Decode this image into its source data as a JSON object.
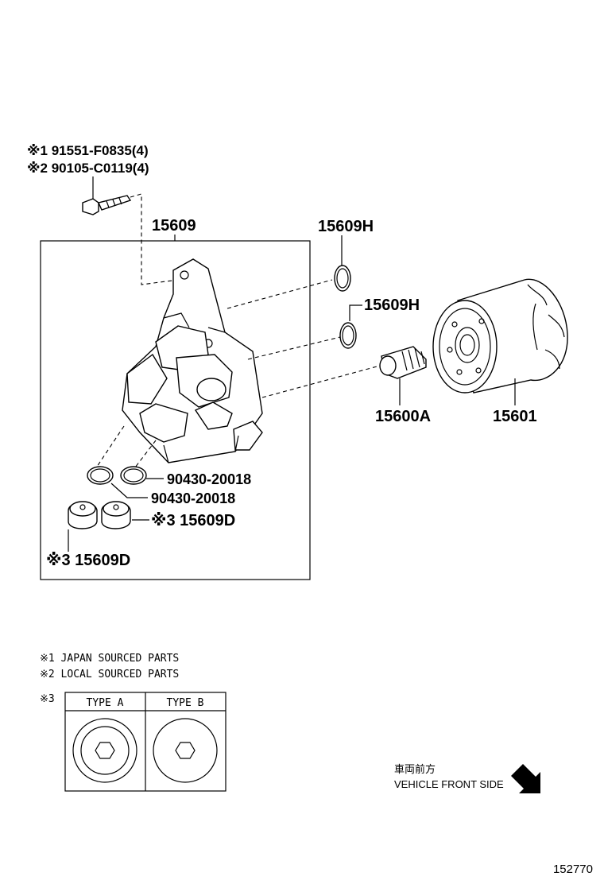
{
  "diagram": {
    "callouts": {
      "bolt_japan": "※1 91551-F0835(4)",
      "bolt_local": "※2 90105-C0119(4)",
      "adapter": "15609",
      "gasket_top": "15609H",
      "gasket_mid": "15609H",
      "union": "15600A",
      "filter": "15601",
      "oring_1": "90430-20018",
      "oring_2": "90430-20018",
      "plug_right": "※3 15609D",
      "plug_left": "※3 15609D"
    },
    "notes": {
      "note_1": "※1 JAPAN SOURCED PARTS",
      "note_2": "※2 LOCAL SOURCED PARTS",
      "note_3_marker": "※3"
    },
    "type_table": {
      "type_a": "TYPE A",
      "type_b": "TYPE B"
    },
    "direction": {
      "japanese": "車両前方",
      "english": "VEHICLE FRONT SIDE"
    },
    "figure_number": "152770"
  }
}
